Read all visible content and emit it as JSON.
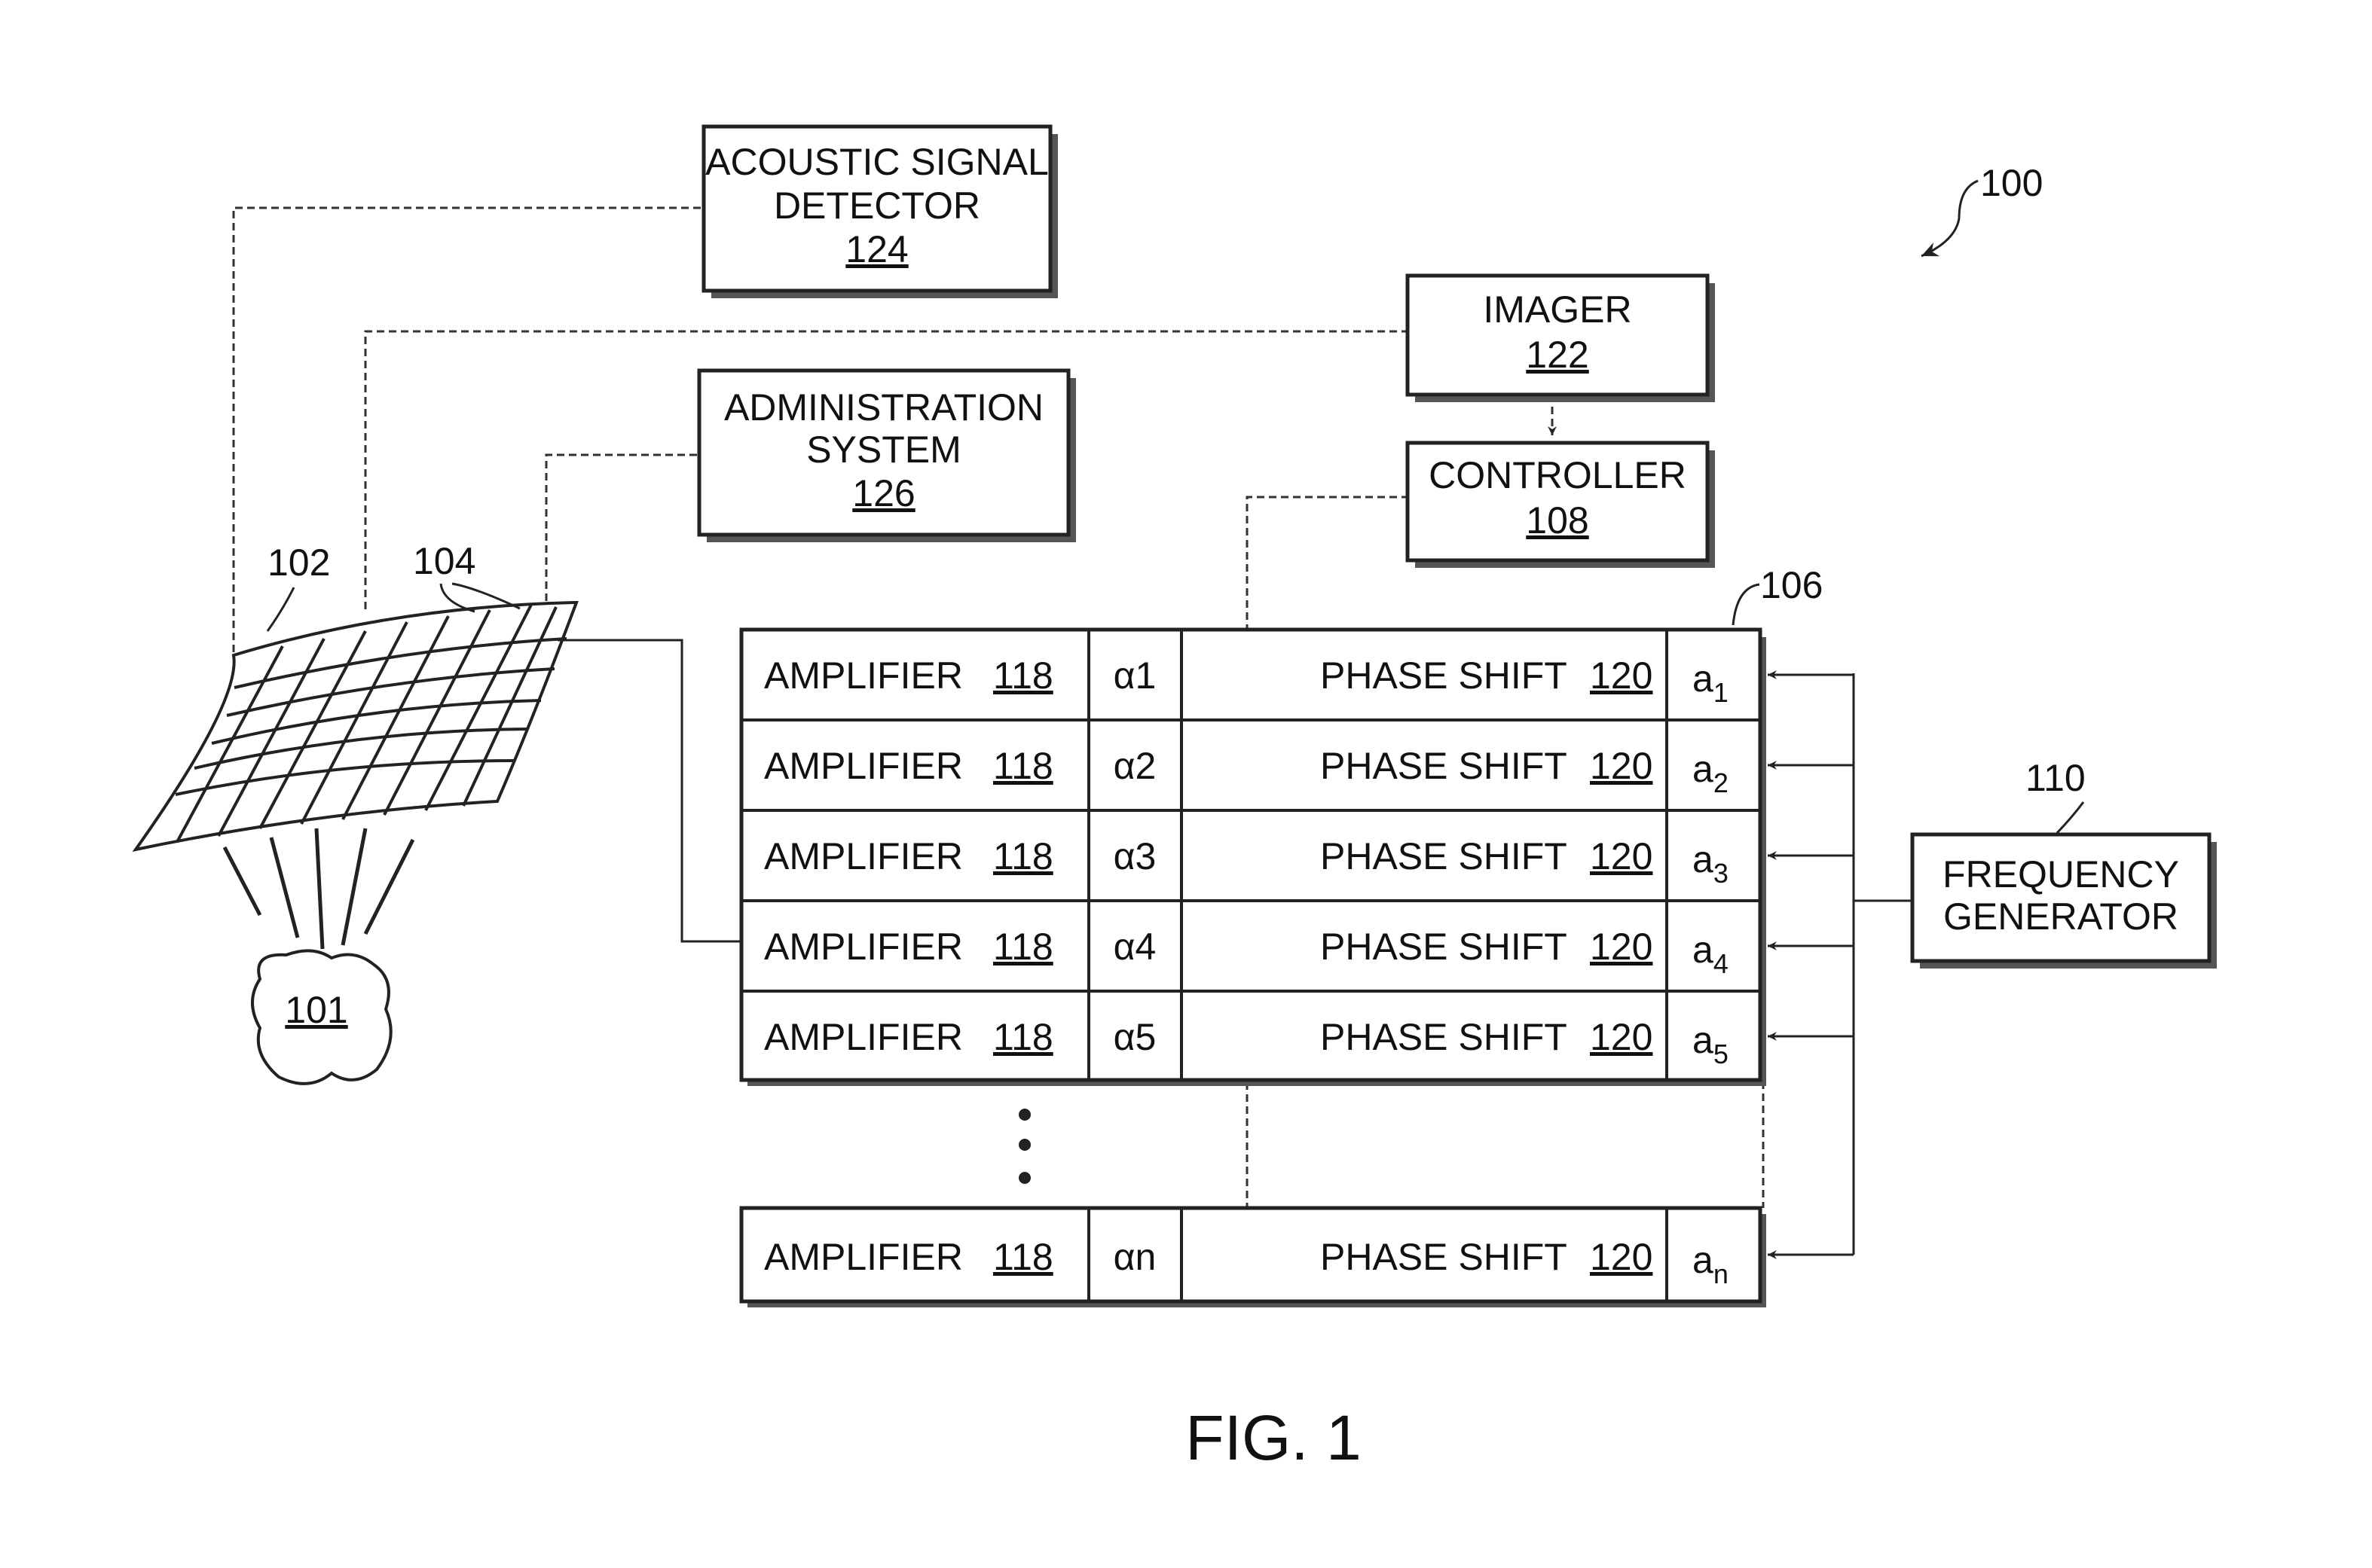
{
  "figure": {
    "caption": "FIG. 1",
    "system_ref": "100",
    "transducer_ref": "102",
    "element_ref": "104",
    "array_ref": "106",
    "target_ref": "101",
    "freq_ref": "110"
  },
  "boxes": {
    "acoustic": {
      "line1": "ACOUSTIC SIGNAL",
      "line2": "DETECTOR",
      "ref": "124"
    },
    "imager": {
      "line1": "IMAGER",
      "ref": "122"
    },
    "admin": {
      "line1": "ADMINISTRATION",
      "line2": "SYSTEM",
      "ref": "126"
    },
    "controller": {
      "line1": "CONTROLLER",
      "ref": "108"
    },
    "frequency": {
      "line1": "FREQUENCY",
      "line2": "GENERATOR"
    }
  },
  "channels": [
    {
      "amp": "AMPLIFIER",
      "amp_ref": "118",
      "alpha": "α1",
      "phase": "PHASE SHIFT",
      "phase_ref": "120",
      "a": "a",
      "sub": "1"
    },
    {
      "amp": "AMPLIFIER",
      "amp_ref": "118",
      "alpha": "α2",
      "phase": "PHASE SHIFT",
      "phase_ref": "120",
      "a": "a",
      "sub": "2"
    },
    {
      "amp": "AMPLIFIER",
      "amp_ref": "118",
      "alpha": "α3",
      "phase": "PHASE SHIFT",
      "phase_ref": "120",
      "a": "a",
      "sub": "3"
    },
    {
      "amp": "AMPLIFIER",
      "amp_ref": "118",
      "alpha": "α4",
      "phase": "PHASE SHIFT",
      "phase_ref": "120",
      "a": "a",
      "sub": "4"
    },
    {
      "amp": "AMPLIFIER",
      "amp_ref": "118",
      "alpha": "α5",
      "phase": "PHASE SHIFT",
      "phase_ref": "120",
      "a": "a",
      "sub": "5"
    }
  ],
  "last_channel": {
    "amp": "AMPLIFIER",
    "amp_ref": "118",
    "alpha": "αn",
    "phase": "PHASE SHIFT",
    "phase_ref": "120",
    "a": "a",
    "sub": "n"
  }
}
